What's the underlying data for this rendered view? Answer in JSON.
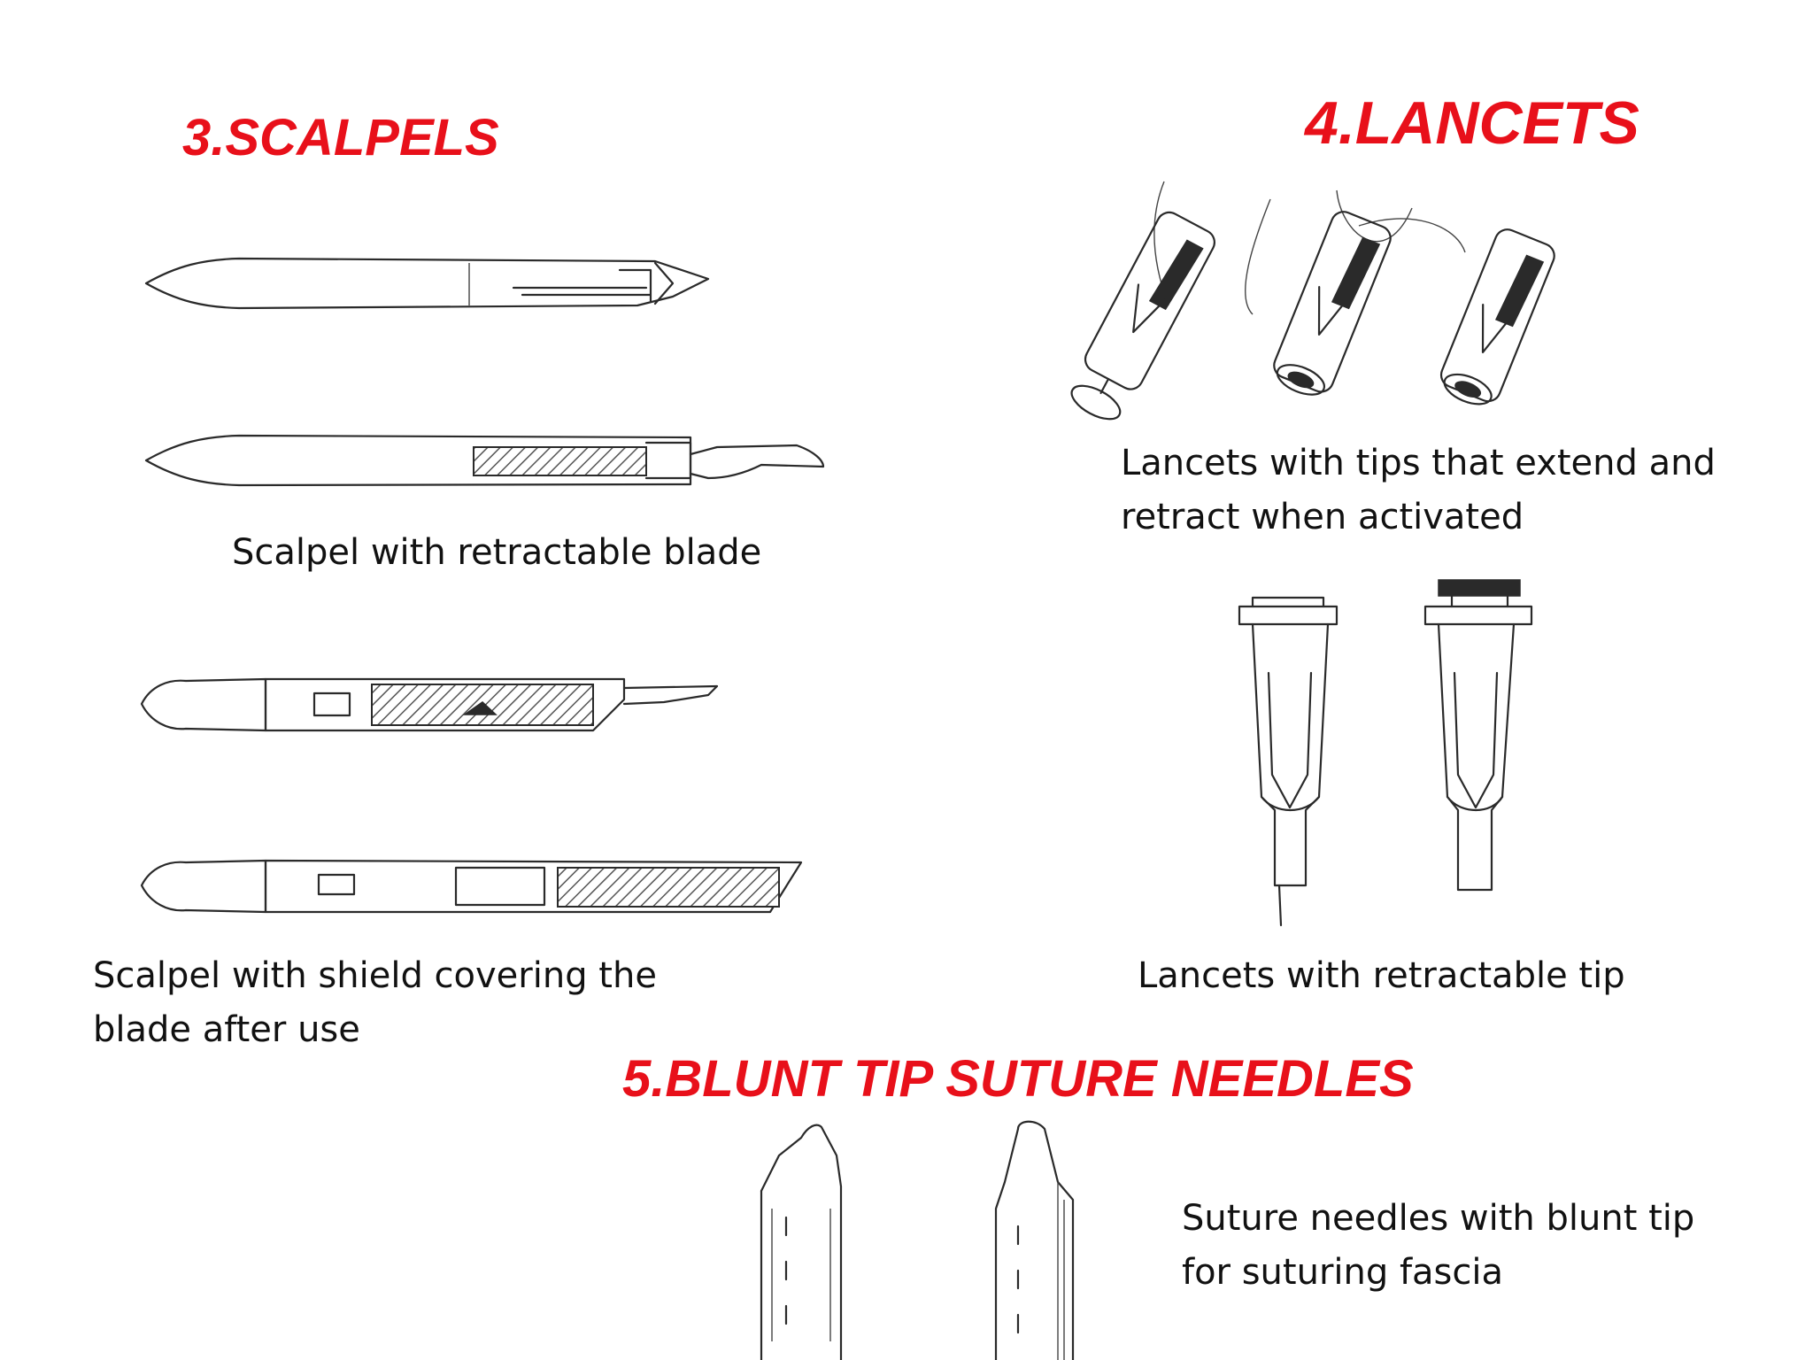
{
  "sections": {
    "scalpels": {
      "heading": "3.SCALPELS",
      "caption_retractable": "Scalpel with retractable blade",
      "caption_shield_line1": "Scalpel with shield covering the",
      "caption_shield_line2": "blade after use"
    },
    "lancets": {
      "heading": "4.LANCETS",
      "caption_extend_line1": "Lancets with tips that extend and",
      "caption_extend_line2": "retract when activated",
      "caption_retractable": "Lancets with retractable tip"
    },
    "needles": {
      "heading": "5.BLUNT TIP SUTURE NEEDLES",
      "caption_line1": "Suture needles with blunt tip",
      "caption_line2": "for suturing fascia"
    }
  },
  "colors": {
    "heading": "#e8101a",
    "text": "#111111",
    "drawing": "#2a2a2a"
  }
}
